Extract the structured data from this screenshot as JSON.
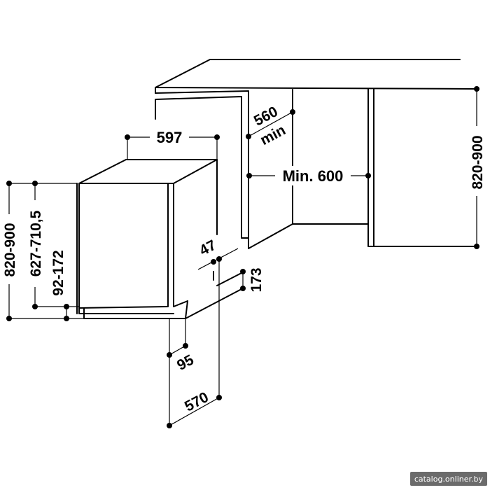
{
  "dimensions": {
    "width_top": "597",
    "niche_depth_line1": "560",
    "niche_depth_line2": "min",
    "niche_width": "Min. 600",
    "height_right": "820-900",
    "height_left": "820-900",
    "door_height": "627-710,5",
    "plinth_height": "92-172",
    "door_gap": "47",
    "plinth_depth": "173",
    "plinth_offset": "95",
    "depth": "570"
  },
  "watermark": "catalog.onliner.by"
}
